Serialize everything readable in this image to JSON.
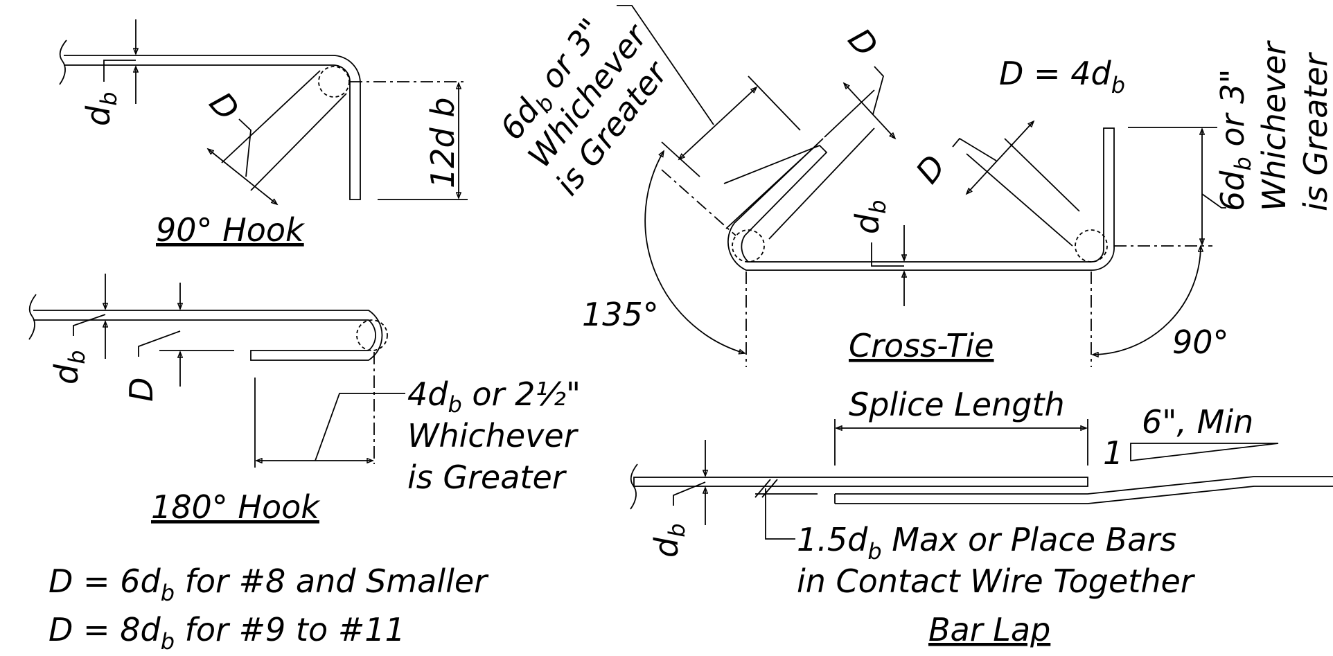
{
  "hook90": {
    "title": "90° Hook",
    "db": "d",
    "db_sub": "b",
    "d": "D",
    "twelve": "12d b"
  },
  "hook180": {
    "title": "180° Hook",
    "db": "d",
    "db_sub": "b",
    "d": "D",
    "ext_line1_pre": "4d",
    "ext_line1_sub": "b",
    "ext_line1_post": " or 2½\"",
    "ext_line2": "Whichever",
    "ext_line3": "is Greater"
  },
  "notes": {
    "line1_pre": "D = 6d",
    "line1_sub": "b",
    "line1_post": " for #8 and Smaller",
    "line2_pre": "D = 8d",
    "line2_sub": "b",
    "line2_post": " for #9 to #11"
  },
  "crosstie": {
    "title": "Cross-Tie",
    "left_ext_line1_pre": "6d",
    "left_ext_line1_sub": "b",
    "left_ext_line1_post": " or 3\"",
    "left_ext_line2": "Whichever",
    "left_ext_line3": "is Greater",
    "d_top": "D",
    "d_eq_pre": "D = 4d",
    "d_eq_sub": "b",
    "d_right": "D",
    "db": "d",
    "db_sub": "b",
    "angle_left": "135°",
    "angle_right": "90°",
    "right_ext_line1_pre": "6d",
    "right_ext_line1_sub": "b",
    "right_ext_line1_post": " or 3\"",
    "right_ext_line2": "Whichever",
    "right_ext_line3": "is Greater"
  },
  "barlap": {
    "title": "Bar Lap",
    "splice": "Splice Length",
    "slope_one": "1",
    "slope_six": "6\", Min",
    "db": "d",
    "db_sub": "b",
    "note_line1_pre": "1.5d",
    "note_line1_sub": "b",
    "note_line1_post": " Max or Place Bars",
    "note_line2": "in Contact Wire Together"
  }
}
